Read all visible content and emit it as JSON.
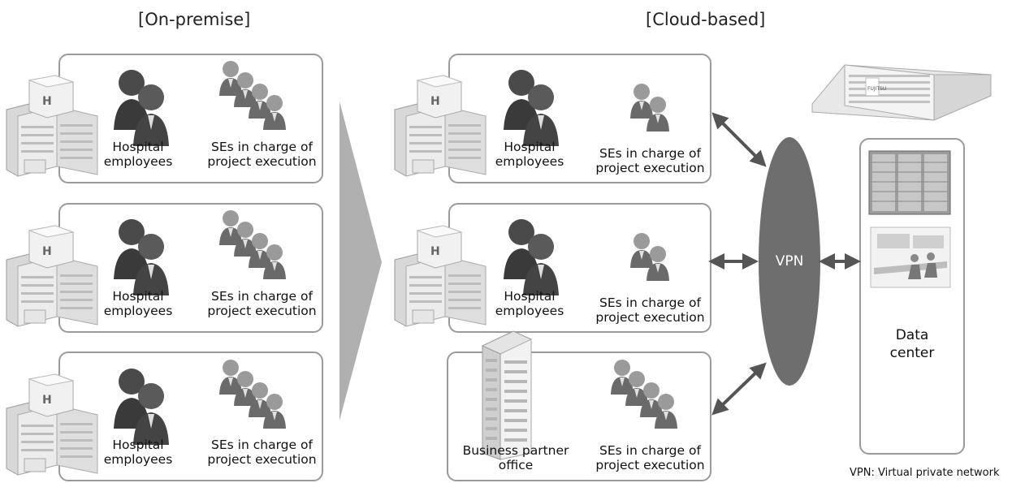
{
  "titles": {
    "on_premise": "[On-premise]",
    "cloud_based": "[Cloud-based]"
  },
  "labels": {
    "hospital_employees": "Hospital\nemployees",
    "ses": "SEs in charge of\nproject execution",
    "business_partner": "Business partner\noffice"
  },
  "vpn": "VPN",
  "data_center": "Data\ncenter",
  "footnote": "VPN: Virtual private network",
  "building_logo": "FUJITSU",
  "colors": {
    "box_border": "#9a9a9a",
    "vpn_fill": "#6e6e6e",
    "arrow": "#555555",
    "transition": "#b0b0b0"
  }
}
